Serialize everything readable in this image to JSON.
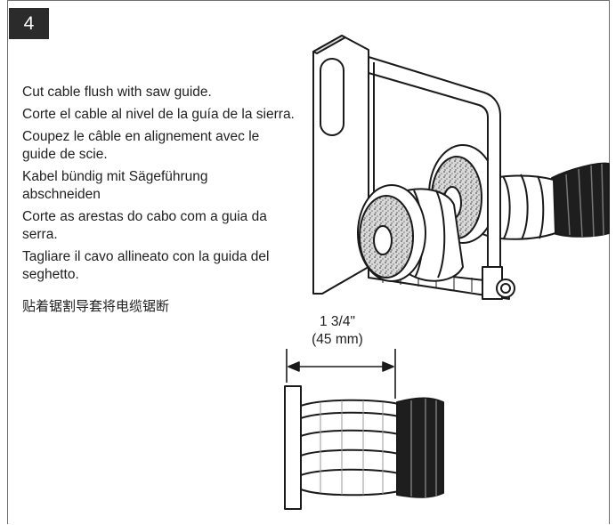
{
  "step": {
    "number": "4"
  },
  "instructions": [
    {
      "lang": "en",
      "text": "Cut cable flush with saw  guide."
    },
    {
      "lang": "es",
      "text": "Corte el cable al nivel de la guía de la sierra."
    },
    {
      "lang": "fr",
      "text": "Coupez le câble en alignement avec le guide de scie."
    },
    {
      "lang": "de",
      "text": "Kabel bündig mit Sägeführung abschneiden"
    },
    {
      "lang": "pt",
      "text": "Corte as arestas do cabo com a guia da serra."
    },
    {
      "lang": "it",
      "text": "Tagliare il cavo allineato con la guida del seghetto."
    },
    {
      "lang": "zh",
      "text": "贴着锯割导套将电缆锯断"
    }
  ],
  "dimension": {
    "imperial": "1 3/4\"",
    "metric": "(45 mm)"
  },
  "illustrations": {
    "saw_cutting": "hacksaw-cutting-cable-icon",
    "cut_cable_measure": "cable-end-measurement-icon"
  },
  "colors": {
    "badge": "#2b2b2b",
    "frame": "#6e6e6e",
    "jacket": "#1e1e1e"
  }
}
